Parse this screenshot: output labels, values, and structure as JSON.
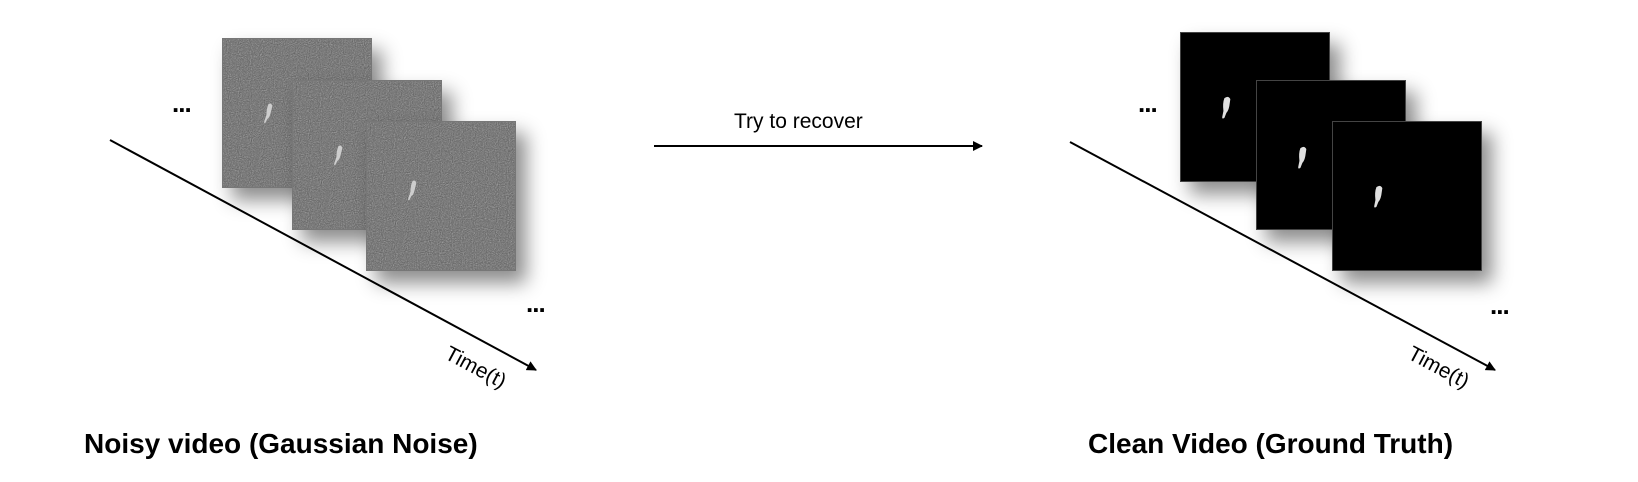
{
  "left_panel": {
    "caption": "Noisy video (Gaussian Noise)",
    "time_axis_label": "Time(t)",
    "ellipsis_before": "...",
    "ellipsis_after": "...",
    "frame_style": "noisy-gray",
    "frame_count": 3
  },
  "right_panel": {
    "caption": "Clean Video (Ground Truth)",
    "time_axis_label": "Time(t)",
    "ellipsis_before": "...",
    "ellipsis_after": "...",
    "frame_style": "black-background",
    "frame_count": 3
  },
  "center_arrow": {
    "label": "Try to recover"
  },
  "colors": {
    "line": "#000000",
    "noise_base": "#5a5a5a",
    "clean_background": "#000000",
    "object": "#dcdcdc"
  }
}
